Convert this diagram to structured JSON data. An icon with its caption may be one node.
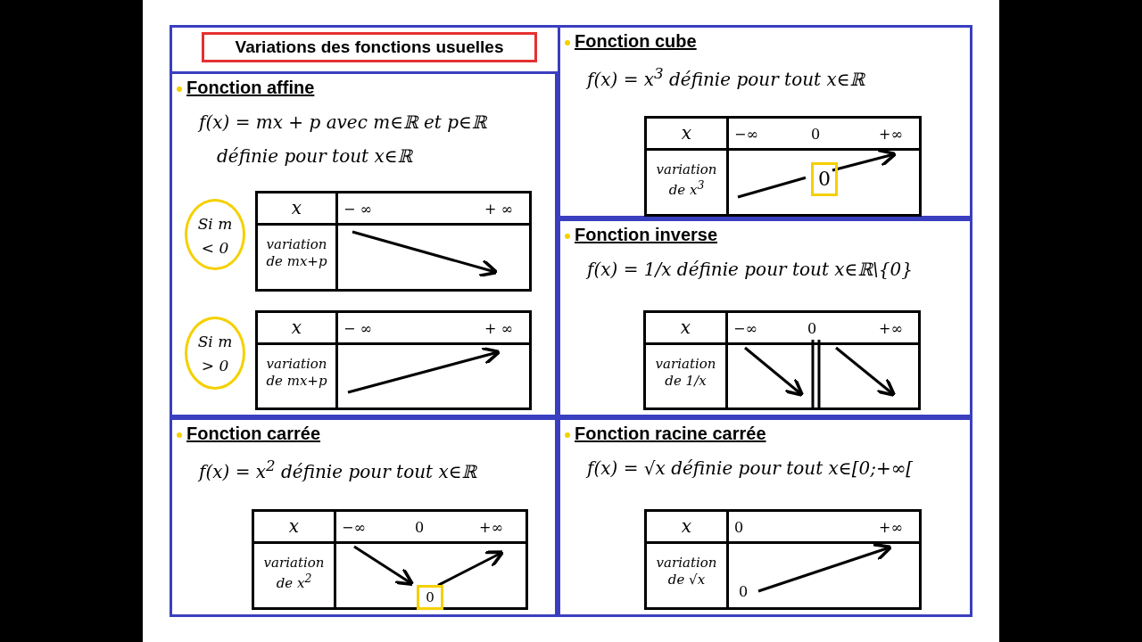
{
  "diagram": {
    "nodes": [
      {
        "text": [
          "Variations des fonctions usuelles"
        ]
      },
      {
        "text": [
          "Fonction affine",
          "f(x) = mx + p avec m∈ℝ et p∈ℝ",
          "définie pour tout x∈ℝ"
        ]
      },
      {
        "text": [
          "Si m < 0"
        ],
        "in": 1
      },
      {
        "text": [
          "x",
          "− ∞",
          "+ ∞",
          "variation de mx+p"
        ],
        "in": 1
      },
      {
        "text": [
          "Si m > 0"
        ],
        "in": 1
      },
      {
        "text": [
          "x",
          "− ∞",
          "+ ∞",
          "variation de mx+p"
        ],
        "in": 1
      },
      {
        "text": [
          "Fonction cube",
          "f(x) = x$^{3}$ définie pour tout x∈ℝ"
        ]
      },
      {
        "text": [
          "x",
          "−∞",
          "0",
          "+∞",
          "variation de x$^{3}$"
        ],
        "in": 6
      },
      {
        "text": [
          "0"
        ],
        "in": 7
      },
      {
        "text": [
          "Fonction inverse",
          "f(x) = 1/x définie pour tout x∈ℝ\\{0}"
        ]
      },
      {
        "text": [
          "x",
          "−∞",
          "0",
          "+∞",
          "variation de 1/x"
        ],
        "in": 9
      },
      {
        "text": [
          "Fonction carrée",
          "f(x) = x$^{2}$ définie pour tout x∈ℝ"
        ]
      },
      {
        "text": [
          "x",
          "−∞",
          "0",
          "+∞",
          "variation de x$^{2}$"
        ],
        "in": 11
      },
      {
        "text": [
          "0"
        ],
        "in": 12
      },
      {
        "text": [
          "Fonction racine carrée",
          "f(x) = √x définie pour tout x∈[0;+∞["
        ]
      },
      {
        "text": [
          "x",
          "0",
          "+∞",
          "variation de √x",
          "0"
        ],
        "in": 14
      }
    ],
    "edges": [
      {
        "from": null,
        "to": 8,
        "arrow": "none"
      },
      {
        "from": 8,
        "to": null,
        "arrow": "to"
      },
      {
        "from": null,
        "to": 13,
        "arrow": "to"
      },
      {
        "from": 13,
        "to": null,
        "arrow": "to"
      }
    ]
  }
}
